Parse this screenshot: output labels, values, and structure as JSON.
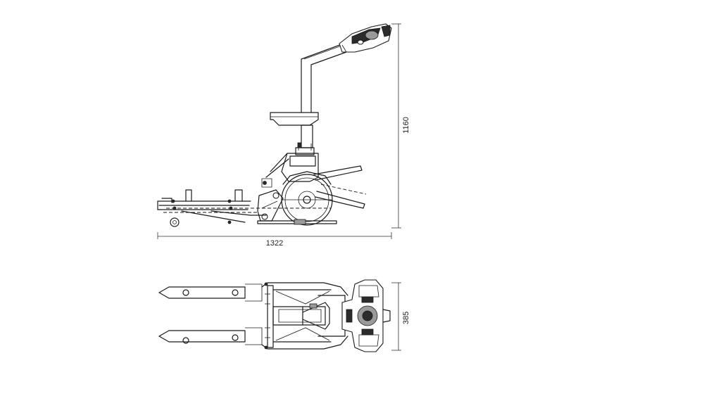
{
  "dimensions": {
    "length_label": "1322",
    "height_label": "1160",
    "width_label": "385"
  },
  "views": [
    "side-view",
    "top-view"
  ],
  "colors": {
    "line": "#1a1a1a",
    "background": "#ffffff"
  }
}
